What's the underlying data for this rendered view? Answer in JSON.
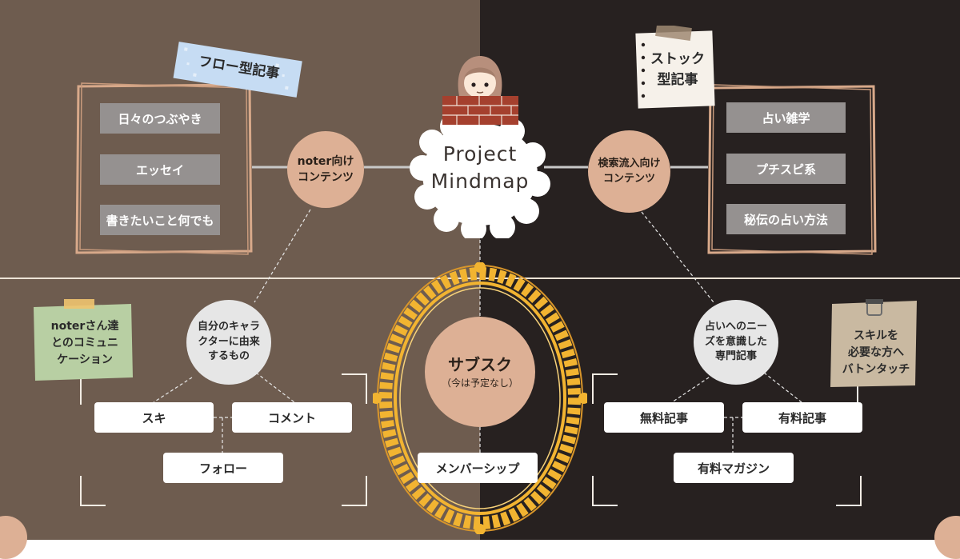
{
  "center": {
    "title_line1": "Project",
    "title_line2": "Mindmap"
  },
  "left_top": {
    "label": "フロー型記事",
    "hub": {
      "line1": "noter向け",
      "line2": "コンテンツ"
    },
    "items": [
      "日々のつぶやき",
      "エッセイ",
      "書きたいこと何でも"
    ]
  },
  "right_top": {
    "label_line1": "ストック",
    "label_line2": "型記事",
    "hub": {
      "line1": "検索流入向け",
      "line2": "コンテンツ"
    },
    "items": [
      "占い雑学",
      "プチスピ系",
      "秘伝の占い方法"
    ]
  },
  "left_bottom": {
    "note": {
      "line1": "noterさん達",
      "line2": "とのコミュニ",
      "line3": "ケーション"
    },
    "hub": {
      "line1": "自分のキャラ",
      "line2": "クターに由来",
      "line3": "するもの"
    },
    "items": [
      "スキ",
      "コメント",
      "フォロー"
    ]
  },
  "center_bottom": {
    "title": "サブスク",
    "subtitle": "（今は予定なし）",
    "item": "メンバーシップ"
  },
  "right_bottom": {
    "note": {
      "line1": "スキルを",
      "line2": "必要な方へ",
      "line3": "バトンタッチ"
    },
    "hub": {
      "line1": "占いへのニー",
      "line2": "ズを意識した",
      "line3": "専門記事"
    },
    "items": [
      "無料記事",
      "有料記事",
      "有料マガジン"
    ]
  },
  "colors": {
    "left_bg": "#6e5c4f",
    "right_bg": "#272120",
    "tan": "#ddb095",
    "gray_box": "#959190",
    "frame_gold": "#f2b431",
    "tape_blue": "#c6dcf3"
  }
}
